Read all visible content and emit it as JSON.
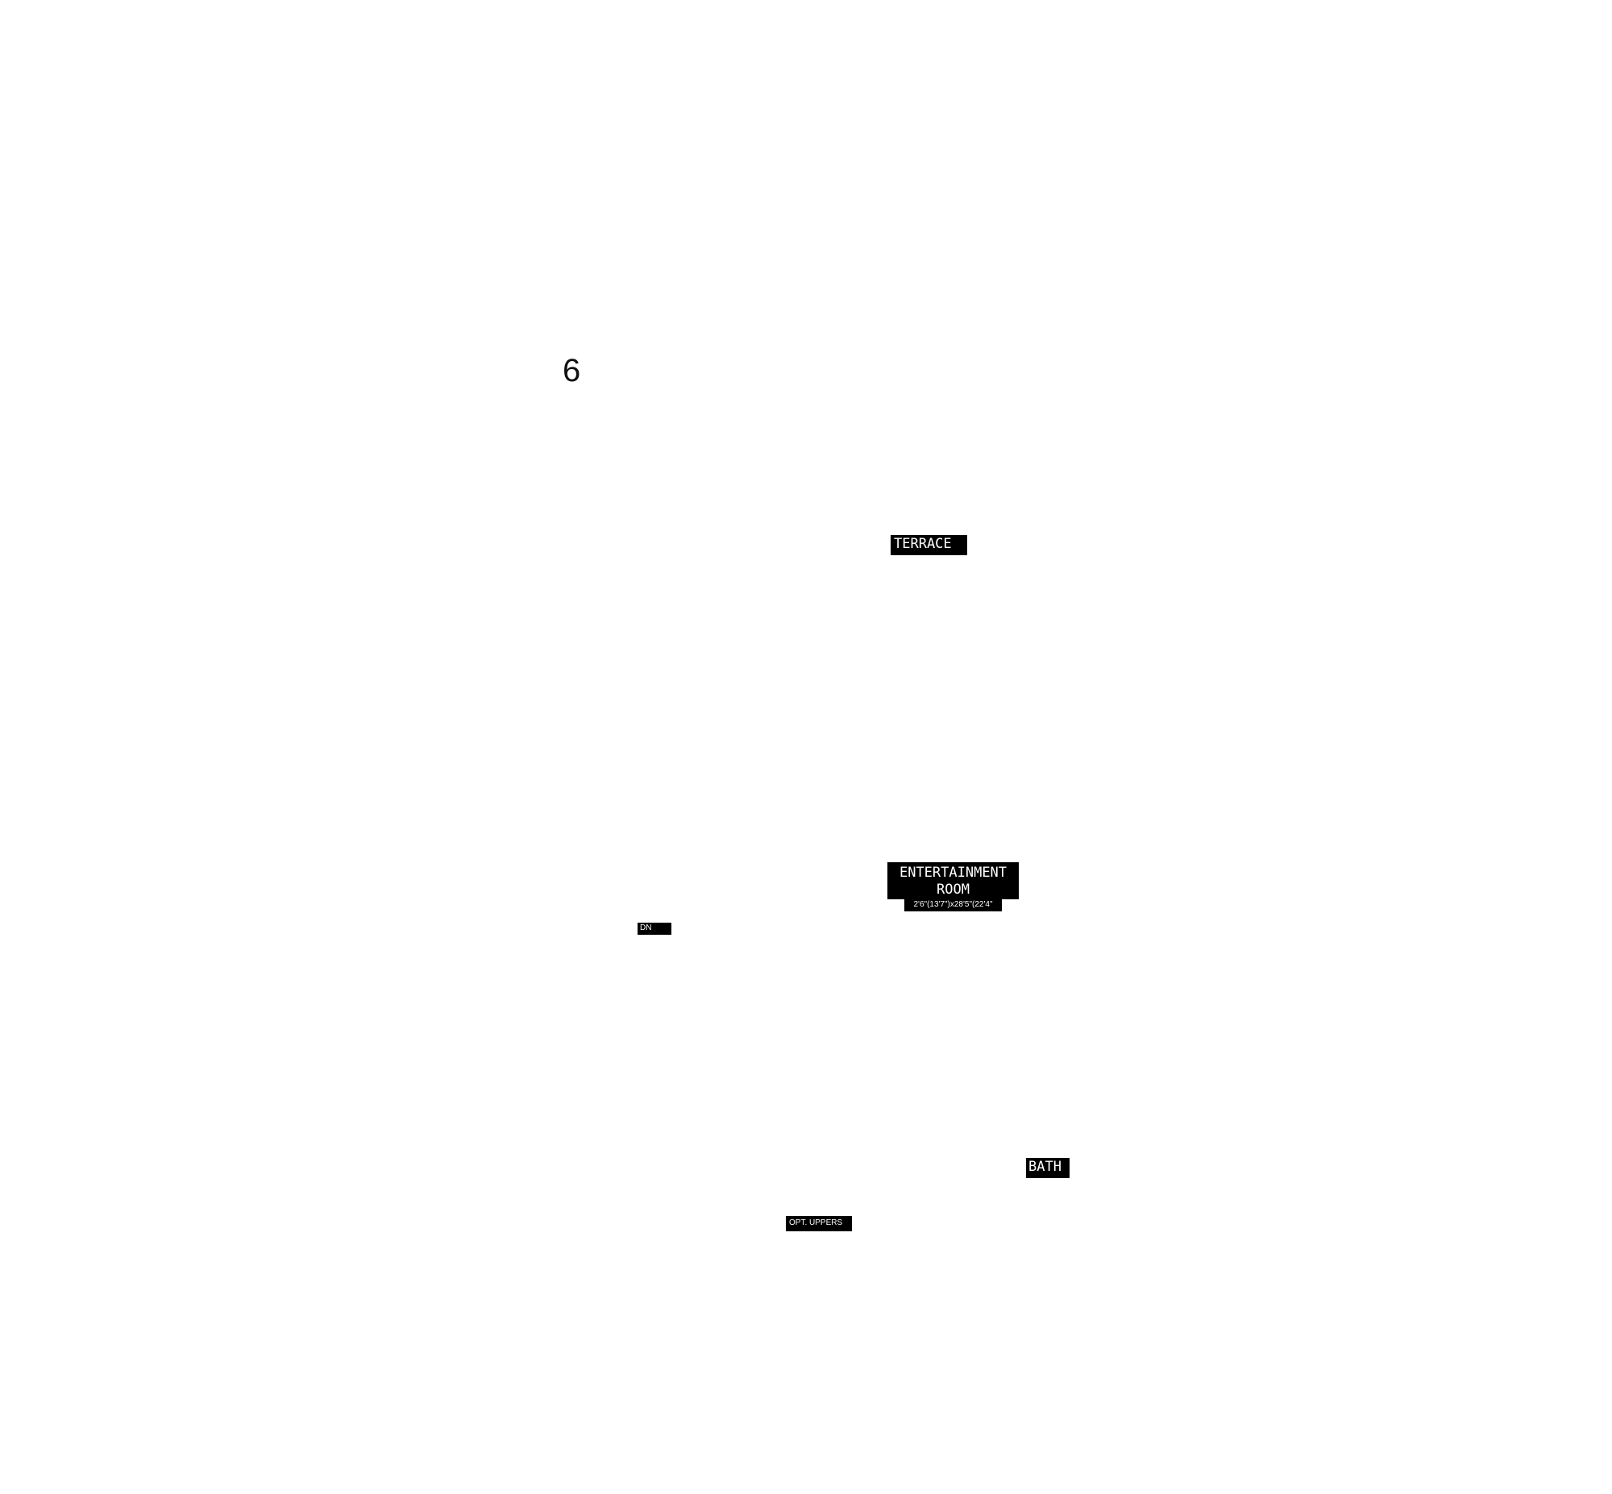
{
  "page": {
    "number": "6"
  },
  "labels": {
    "terrace": "TERRACE",
    "entertainment_line1": "ENTERTAINMENT",
    "entertainment_line2": "ROOM",
    "entertainment_dimensions": "2'6\"(13'7\")x28'5\"(22'4\"",
    "dn": "DN",
    "bath": "BATH",
    "opt_uppers": "OPT. UPPERS"
  },
  "colors": {
    "background": "#ffffff",
    "label_fill": "#000000",
    "label_text": "#ffffff"
  }
}
